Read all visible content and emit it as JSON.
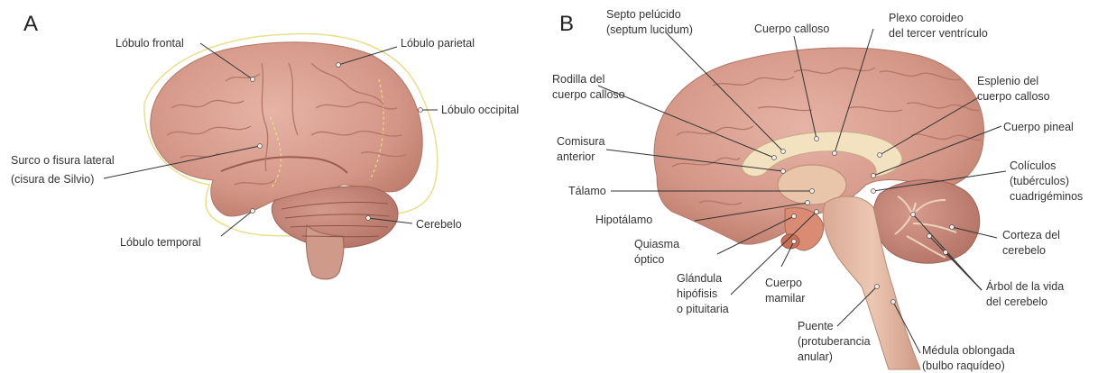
{
  "panels": {
    "a": {
      "letter": "A"
    },
    "b": {
      "letter": "B"
    }
  },
  "labels_a": {
    "frontal": "Lóbulo frontal",
    "parietal": "Lóbulo parietal",
    "occipital": "Lóbulo occipital",
    "surco_1": "Surco o fisura lateral",
    "surco_2": "(cisura de Silvio)",
    "temporal": "Lóbulo temporal",
    "cerebelo": "Cerebelo"
  },
  "labels_b": {
    "septo_1": "Septo pelúcido",
    "septo_2": "(septum lucidum)",
    "cuerpo_calloso": "Cuerpo calloso",
    "plexo_1": "Plexo coroideo",
    "plexo_2": "del tercer ventrículo",
    "rodilla_1": "Rodilla del",
    "rodilla_2": "cuerpo calloso",
    "esplenio_1": "Esplenio del",
    "esplenio_2": "cuerpo calloso",
    "comisura_1": "Comisura",
    "comisura_2": "anterior",
    "pineal": "Cuerpo pineal",
    "coliculos_1": "Colículos",
    "coliculos_2": "(tubérculos)",
    "coliculos_3": "cuadrigéminos",
    "talamo": "Tálamo",
    "hipotalamo": "Hipotálamo",
    "quiasma_1": "Quiasma",
    "quiasma_2": "óptico",
    "corteza_1": "Corteza del",
    "corteza_2": "cerebelo",
    "glandula_1": "Glándula",
    "glandula_2": "hipófisis",
    "glandula_3": "o pituitaria",
    "mamilar_1": "Cuerpo",
    "mamilar_2": "mamilar",
    "arbol_1": "Árbol de la vida",
    "arbol_2": "del cerebelo",
    "puente_1": "Puente",
    "puente_2": "(protuberancia",
    "puente_3": "anular)",
    "medula_1": "Médula oblongada",
    "medula_2": "(bulbo raquídeo)"
  }
}
